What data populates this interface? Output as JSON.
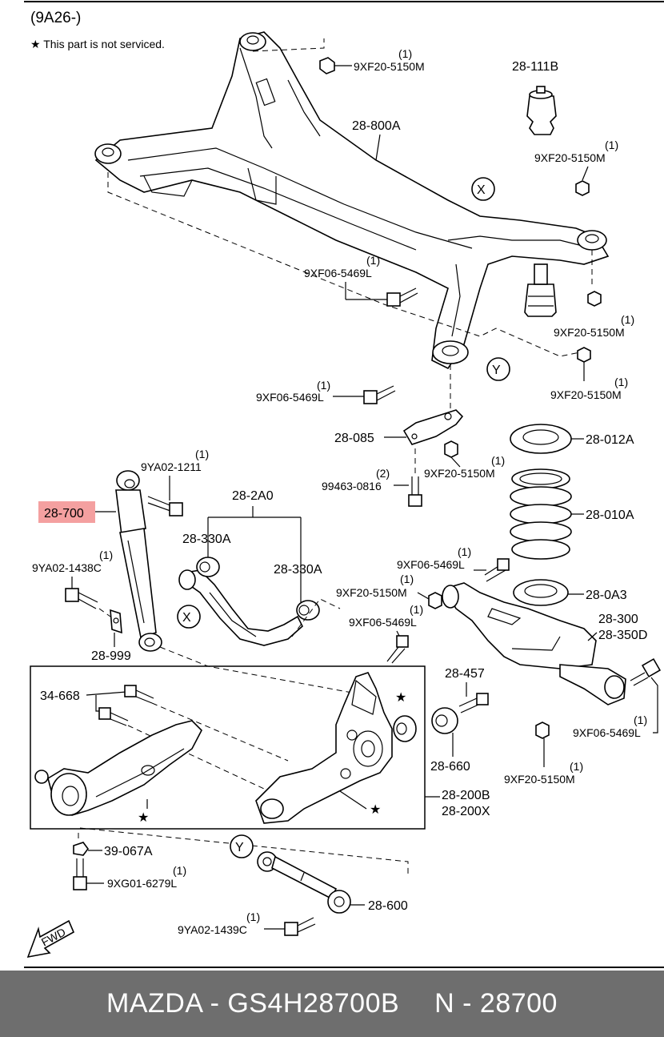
{
  "header": {
    "group_code": "(9A26-)",
    "note": "★ This part is not serviced."
  },
  "callout_markers": {
    "x": "X",
    "y": "Y",
    "fwd": "FWD"
  },
  "labels": {
    "p9xf20_a": "9XF20-5150M",
    "q1_a": "(1)",
    "p28_111b": "28-111B",
    "p28_800a": "28-800A",
    "p9xf20_b": "9XF20-5150M",
    "q1_b": "(1)",
    "p9xf06_a": "9XF06-5469L",
    "q1_c": "(1)",
    "p9xf20_c": "9XF20-5150M",
    "q1_d": "(1)",
    "p9xf06_b": "9XF06-5469L",
    "q1_e": "(1)",
    "p9xf20_d": "9XF20-5150M",
    "q1_f": "(1)",
    "p28_085": "28-085",
    "p28_012a": "28-012A",
    "p9xf20_e": "9XF20-5150M",
    "q1_g": "(1)",
    "p99463": "99463-0816",
    "q2_a": "(2)",
    "p9ya02_1211": "9YA02-1211",
    "q1_h": "(1)",
    "p28_700": "28-700",
    "p28_2a0": "28-2A0",
    "p28_010a": "28-010A",
    "p28_330a_a": "28-330A",
    "p28_330a_b": "28-330A",
    "p9ya02_1438c": "9YA02-1438C",
    "q1_i": "(1)",
    "p9xf06_c": "9XF06-5469L",
    "q1_j": "(1)",
    "p9xf20_f": "9XF20-5150M",
    "q1_k": "(1)",
    "p28_0a3": "28-0A3",
    "p9xf06_d": "9XF06-5469L",
    "q1_l": "(1)",
    "p28_300": "28-300",
    "p28_350d": "28-350D",
    "p28_999": "28-999",
    "p28_457": "28-457",
    "p34_668": "34-668",
    "p28_660": "28-660",
    "p9xf06_e": "9XF06-5469L",
    "q1_m": "(1)",
    "p9xf20_g": "9XF20-5150M",
    "q1_n": "(1)",
    "p28_200b": "28-200B",
    "p28_200x": "28-200X",
    "p39_067a": "39-067A",
    "p9xg01": "9XG01-6279L",
    "q1_o": "(1)",
    "p28_600": "28-600",
    "p9ya02_1439c": "9YA02-1439C",
    "q1_p": "(1)"
  },
  "highlight": {
    "part": "28-700",
    "color": "#f4a0a0"
  },
  "footer": {
    "brand_part": "MAZDA - GS4H28700B",
    "ref": "N - 28700"
  }
}
